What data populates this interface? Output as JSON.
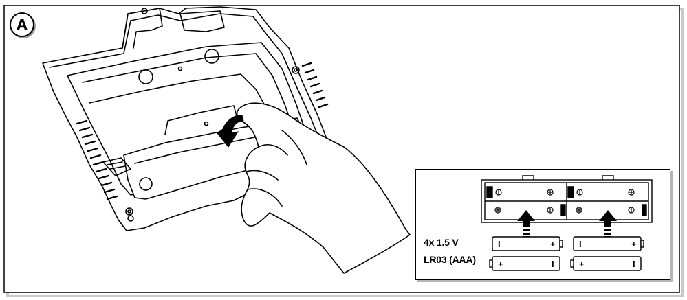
{
  "step_label": "A",
  "battery_spec": {
    "count_voltage": "4x 1.5 V",
    "type": "LR03 (AAA)"
  },
  "battery_marks": {
    "plus": "+",
    "minus": "I"
  },
  "colors": {
    "line": "#000000",
    "shadow": "#b5b5b5",
    "background": "#ffffff"
  },
  "icons": [
    "hand-illustration",
    "rotate-arrow-icon",
    "insert-arrow-icon",
    "battery-icon"
  ]
}
